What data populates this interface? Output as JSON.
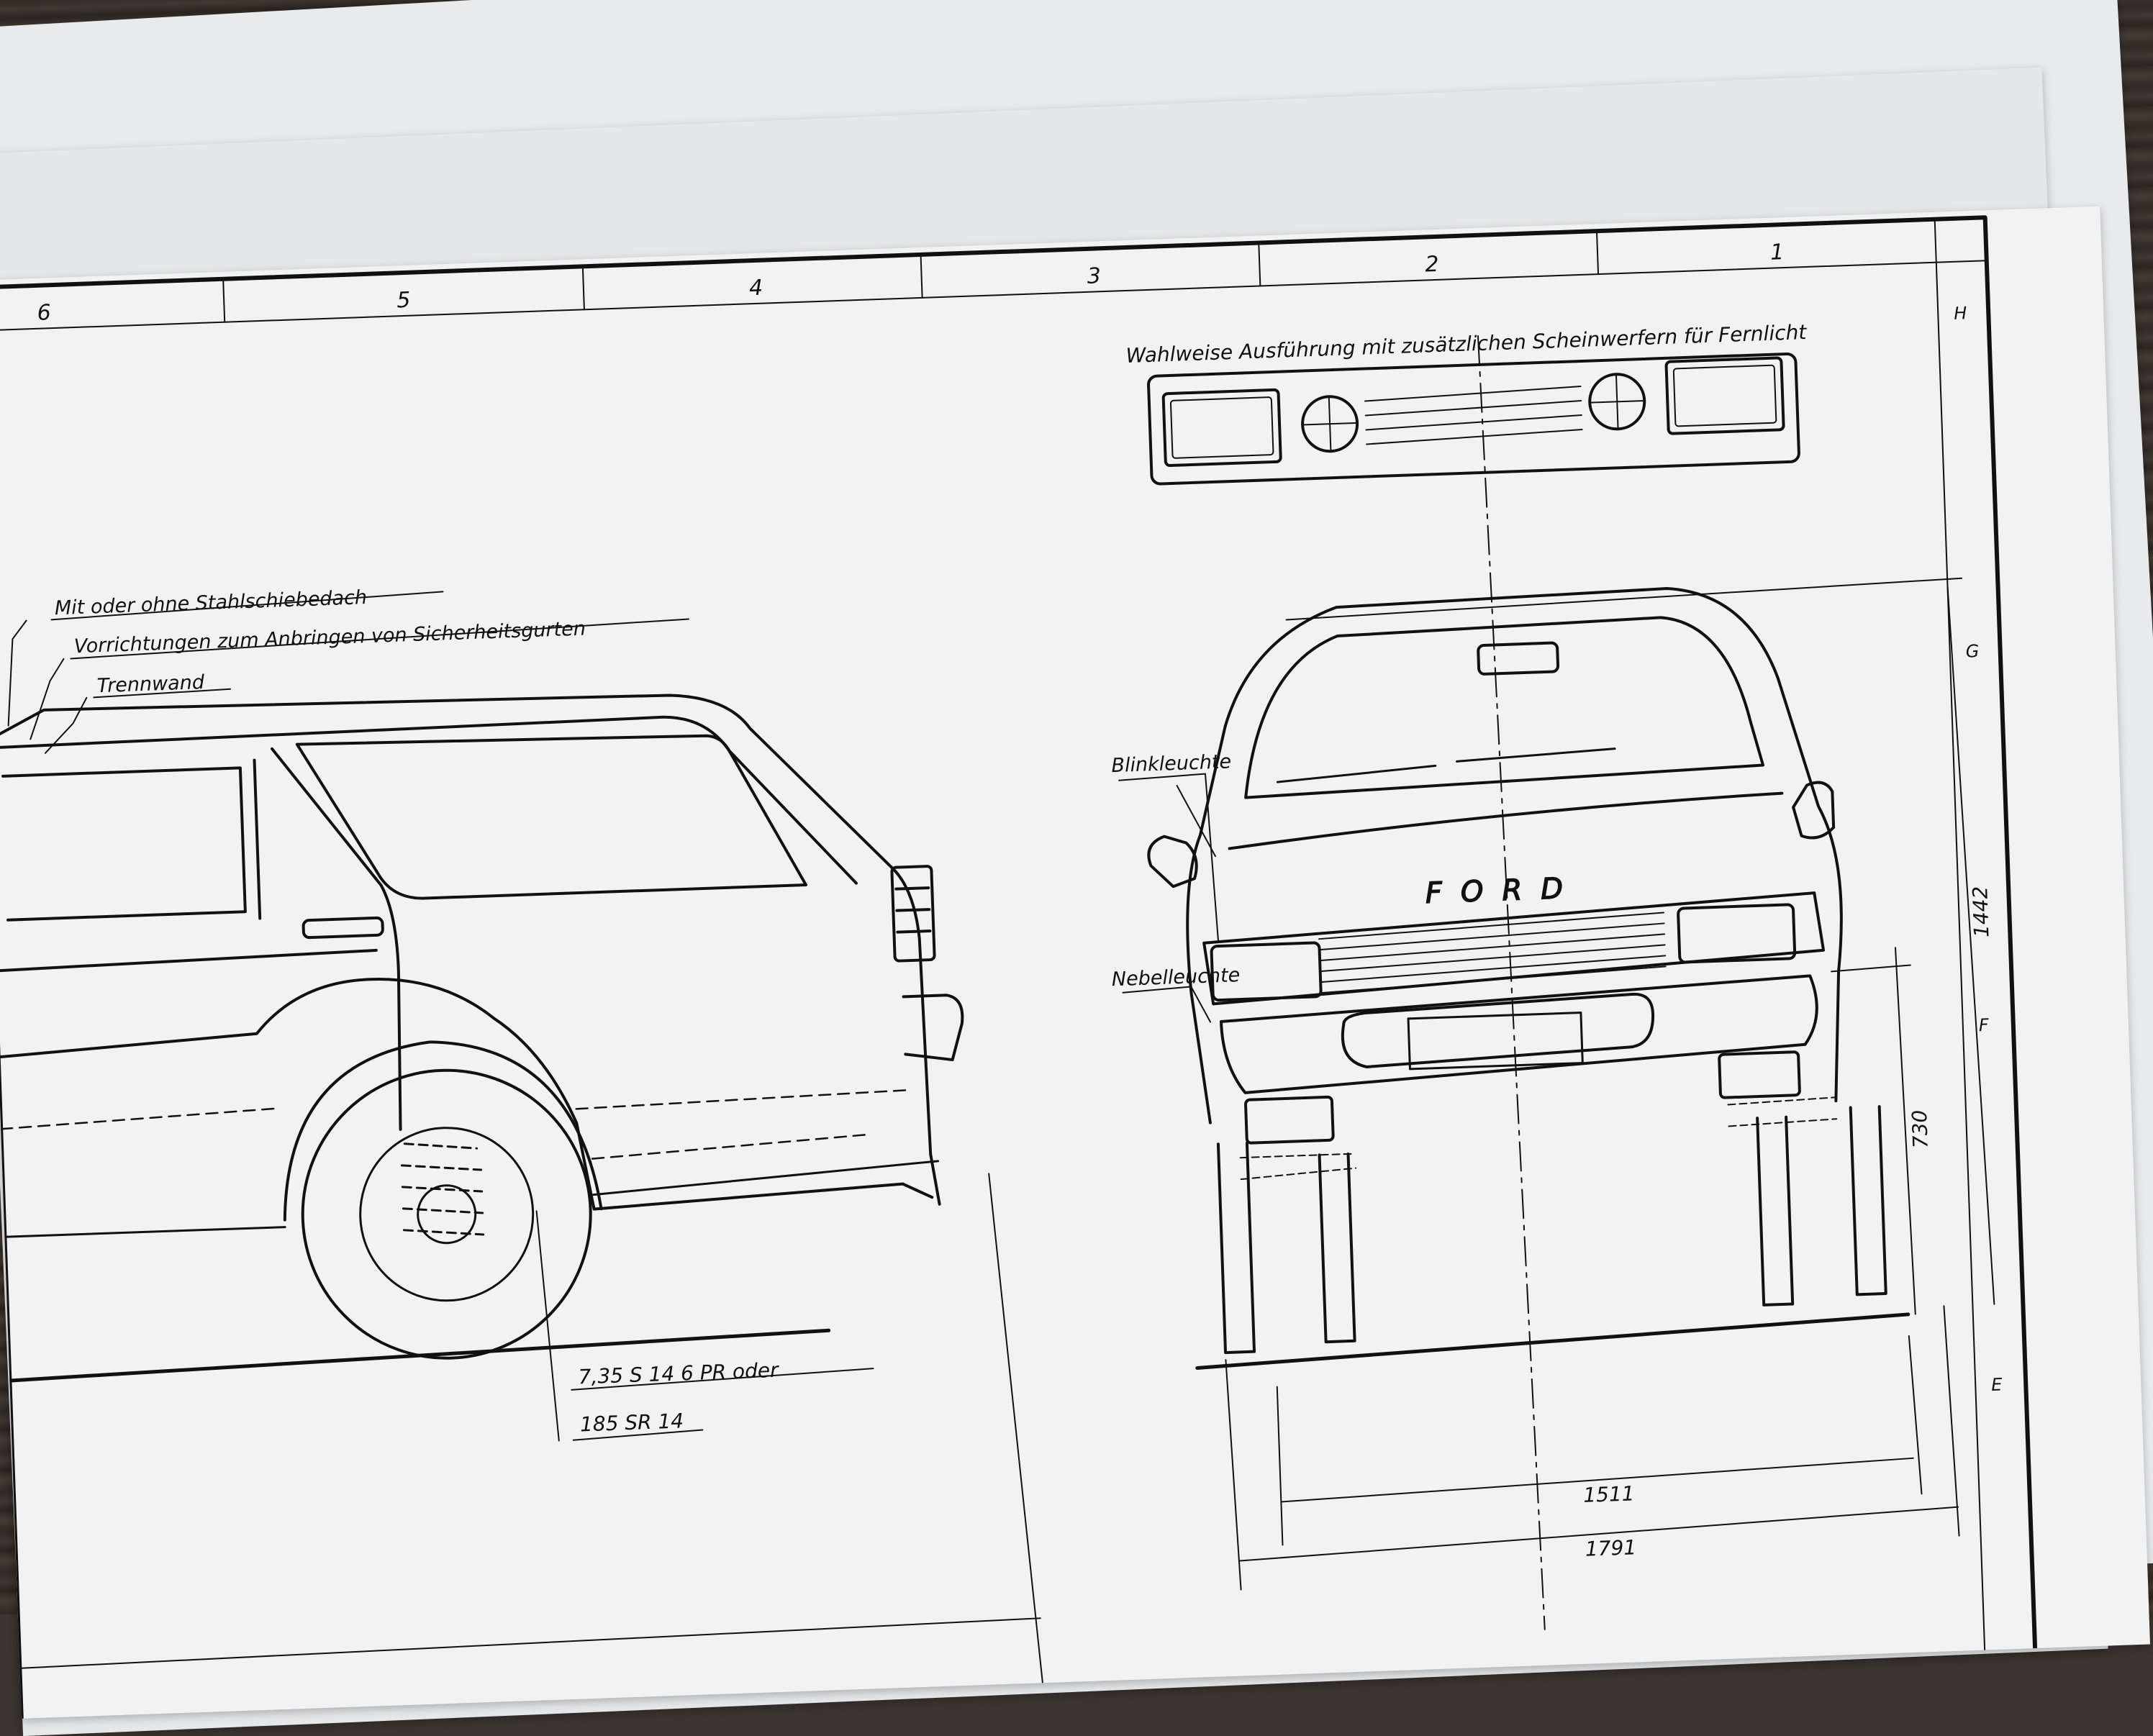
{
  "grid_columns": [
    "6",
    "5",
    "4",
    "3",
    "2",
    "1"
  ],
  "grid_rows": [
    "H",
    "G",
    "F",
    "E"
  ],
  "side_view_labels": {
    "sunroof": "Mit oder ohne Stahlschiebedach",
    "seatbelts": "Vorrichtungen zum Anbringen von Sicherheitsgurten",
    "partition": "Trennwand",
    "tire_option_1": "7,35 S 14 6 PR oder",
    "tire_option_2": "185 SR 14"
  },
  "front_view_labels": {
    "optional_lights_note": "Wahlweise Ausführung mit zusätzlichen Scheinwerfern für Fernlicht",
    "turn_signal": "Blinkleuchte",
    "fog_light": "Nebelleuchte",
    "brand": "FORD"
  },
  "dimensions": {
    "height": "1442",
    "bumper_height": "730",
    "track": "1511",
    "width": "1791"
  },
  "colors": {
    "ink": "#111111",
    "paper": "#f2f2f3"
  }
}
